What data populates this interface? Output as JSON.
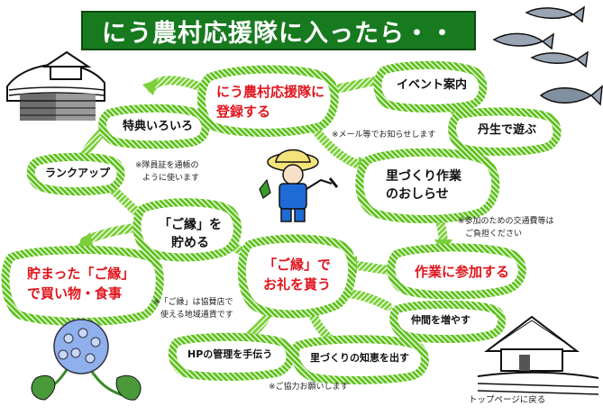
{
  "title": "にう農村応援隊に入ったら・・",
  "colors": {
    "title_bg": "#177a1f",
    "ring": "#61c21f",
    "arrow": "#7bd03a",
    "red_text": "#e0141d"
  },
  "nodes": {
    "register": [
      "にう農村応援隊に",
      "登録する"
    ],
    "event": "イベント案内",
    "nyuu_play": "丹生で遊ぶ",
    "benefits": "特典いろいろ",
    "rankup": "ランクアップ",
    "work_notice": [
      "里づくり作業",
      "のおしらせ"
    ],
    "save_goen": [
      "「ご縁」を",
      "貯める"
    ],
    "thanks_goen": [
      "「ご縁」で",
      "お礼を貰う"
    ],
    "join_work": "作業に参加する",
    "shop": [
      "貯まった「ご縁」",
      "で買い物・食事"
    ],
    "friends": "仲間を増やす",
    "hp_help": "HPの管理を手伝う",
    "ideas": "里づくりの知恵を出す"
  },
  "notes": {
    "mail": "※メール等でお知らせします",
    "passbook": [
      "※隊員証を通帳の",
      "ように使います"
    ],
    "transport": [
      "※参加のための交通費等は",
      "ご負担ください"
    ],
    "goen_currency": [
      "※「ご縁」は協賛店で",
      "使える地域通貨です"
    ],
    "cooperation": "※ご協力お願いします"
  },
  "top_link": "トップページに戻る"
}
